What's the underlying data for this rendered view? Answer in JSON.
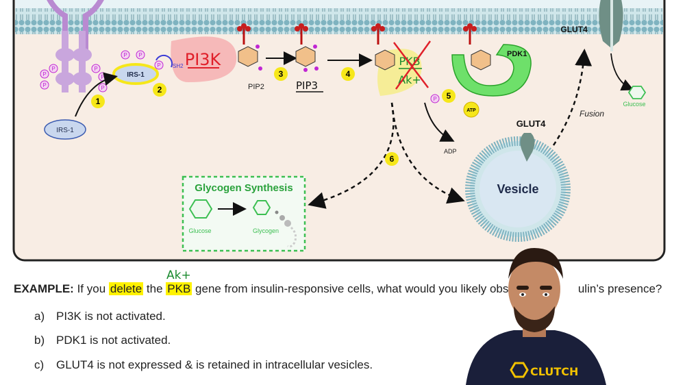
{
  "diagram": {
    "receptor_ligand": [],
    "labels": {
      "irs1_bound": "IRS-1",
      "irs1_free": "IRS-1",
      "sh2": "SH2",
      "pi3k": "PI3K",
      "pip2": "PIP2",
      "pip3": "PIP3",
      "pkb": "PKB",
      "akt": "Ak+",
      "pdk1": "PDK1",
      "atp": "ATP",
      "adp": "ADP",
      "glut4_top": "GLUT4",
      "glut4_vesicle": "GLUT4",
      "vesicle": "Vesicle",
      "fusion": "Fusion",
      "glucose_out": "Glucose",
      "glycogen_title": "Glycogen Synthesis",
      "glycogen_glucose": "Glucose",
      "glycogen_glycogen": "Glycogen",
      "phospho": "P"
    },
    "steps": [
      "1",
      "2",
      "3",
      "4",
      "5",
      "6"
    ],
    "colors": {
      "membrane": "#8fbfc9",
      "cytoplasm": "#f8ede4",
      "receptor": "#b98ad1",
      "irs": "#c9d7ee",
      "pi3k": "#f6b9b9",
      "pdk1": "#6ee06a",
      "step_badge": "#f6e71a",
      "glycogen_border": "#3cbf52",
      "vesicle": "#9fcfe0",
      "glut4": "#6f8f86",
      "handwriting_red": "#e0202a",
      "handwriting_green": "#1a8a2e"
    }
  },
  "question": {
    "prefix": "EXAMPLE:",
    "part1": " If you ",
    "w_delete": "delete",
    "part2": " the ",
    "w_pkb": "PKB",
    "part3": " gene from insulin-responsive cells, what would you likely obse",
    "part4": "ulin’s presence?",
    "annotation": "Ak+"
  },
  "options": [
    {
      "label": "a)",
      "text": "PI3K is not activated."
    },
    {
      "label": "b)",
      "text": "PDK1 is not activated."
    },
    {
      "label": "c)",
      "text": "GLUT4 is not expressed & is retained in intracellular vesicles."
    }
  ],
  "presenter": {
    "shirt_logo": "CLUTCH"
  }
}
